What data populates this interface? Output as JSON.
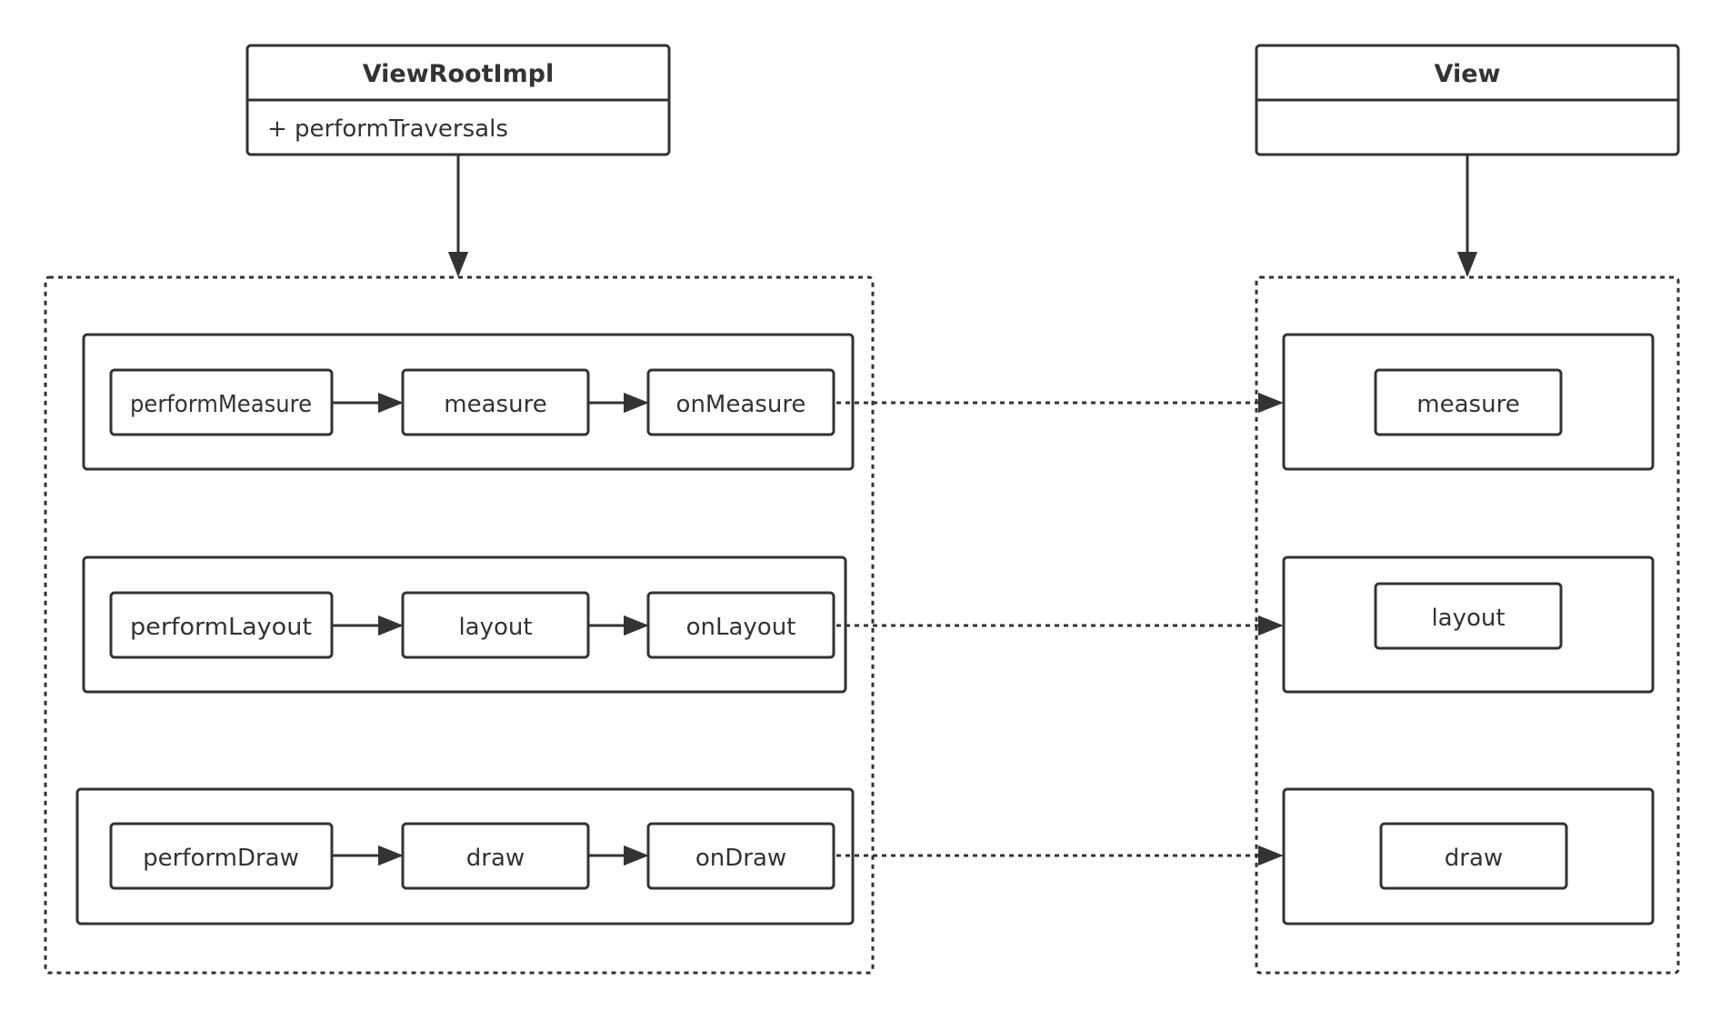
{
  "diagram": {
    "classes": {
      "viewrootimpl": {
        "title": "ViewRootImpl",
        "member": "+ performTraversals"
      },
      "view": {
        "title": "View",
        "member": ""
      }
    },
    "left_group": {
      "measure_row": [
        "performMeasure",
        "measure",
        "onMeasure"
      ],
      "layout_row": [
        "performLayout",
        "layout",
        "onLayout"
      ],
      "draw_row": [
        "performDraw",
        "draw",
        "onDraw"
      ]
    },
    "right_group": {
      "measure": "measure",
      "layout": "layout",
      "draw": "draw"
    },
    "colors": {
      "stroke": "#333333",
      "background": "#ffffff"
    }
  }
}
